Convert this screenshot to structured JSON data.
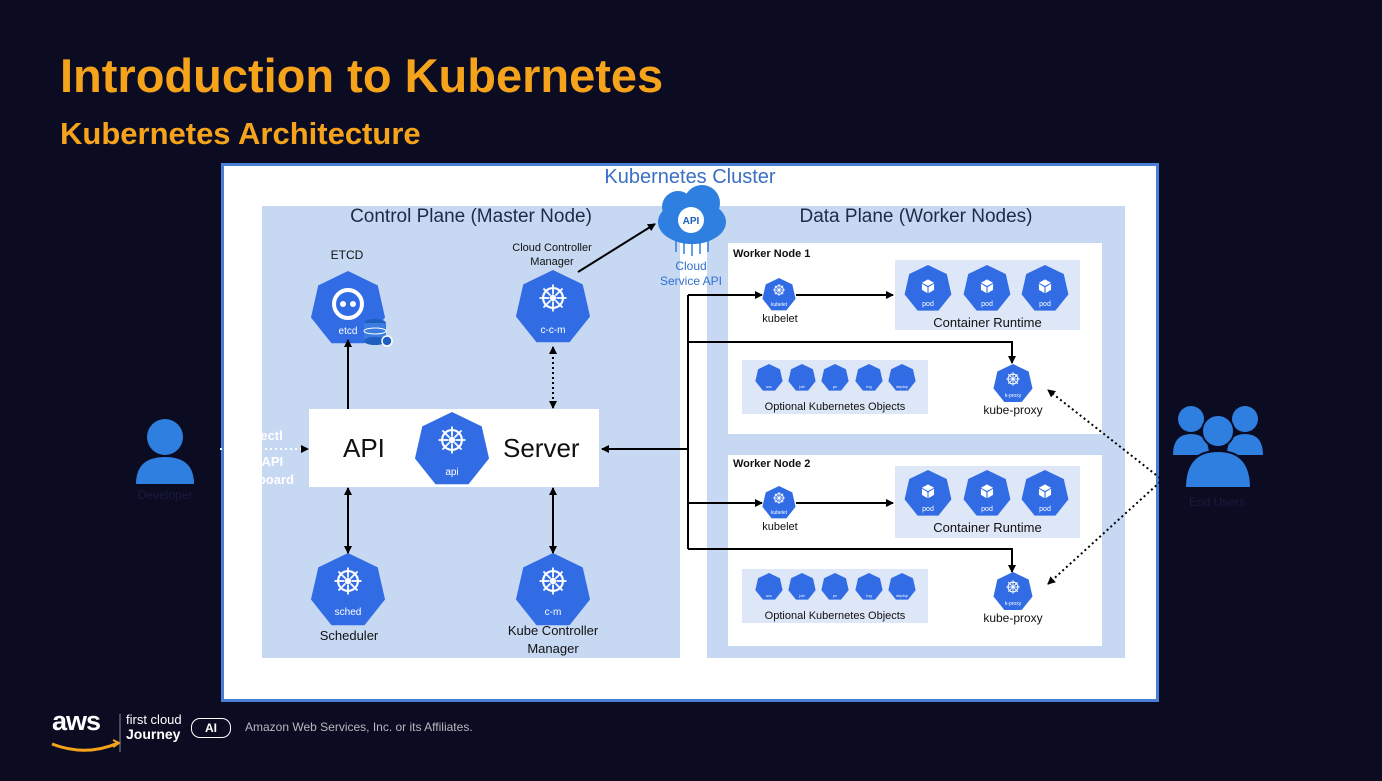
{
  "slide": {
    "title": "Introduction to Kubernetes",
    "subtitle": "Kubernetes Architecture"
  },
  "cluster": {
    "label": "Kubernetes Cluster",
    "control_plane": {
      "title": "Control Plane (Master Node)",
      "etcd": {
        "label": "ETCD",
        "icon_text": "etcd"
      },
      "ccm": {
        "label_line1": "Cloud Controller",
        "label_line2": "Manager",
        "icon_text": "c-c-m"
      },
      "api_server": {
        "word1": "API",
        "word2": "Server",
        "icon_text": "api"
      },
      "scheduler": {
        "label": "Scheduler",
        "icon_text": "sched"
      },
      "kcm": {
        "label_line1": "Kube Controller",
        "label_line2": "Manager",
        "icon_text": "c-m"
      }
    },
    "cloud_api": {
      "badge": "API",
      "label_line1": "Cloud",
      "label_line2": "Service API"
    },
    "data_plane": {
      "title": "Data Plane (Worker Nodes)",
      "workers": [
        {
          "name": "Worker Node 1",
          "kubelet": "kubelet",
          "kubelet_icon": "kubelet",
          "runtime": "Container Runtime",
          "pods": [
            "pod",
            "pod",
            "pod"
          ],
          "optional": "Optional Kubernetes Objects",
          "optional_icons": [
            "svc",
            "job",
            "pv",
            "ing",
            "deploy"
          ],
          "proxy": "kube-proxy",
          "proxy_icon": "k-proxy"
        },
        {
          "name": "Worker Node 2",
          "kubelet": "kubelet",
          "kubelet_icon": "kubelet",
          "runtime": "Container Runtime",
          "pods": [
            "pod",
            "pod",
            "pod"
          ],
          "optional": "Optional Kubernetes Objects",
          "optional_icons": [
            "svc",
            "job",
            "pv",
            "ing",
            "deploy"
          ],
          "proxy": "kube-proxy",
          "proxy_icon": "k-proxy"
        }
      ]
    }
  },
  "developer": {
    "label": "Developer",
    "tools": [
      "kubectl",
      "CLI/API",
      "Dashboard"
    ]
  },
  "end_users": {
    "label": "End Users"
  },
  "footer": {
    "aws": "aws",
    "brand_line1": "first cloud",
    "brand_line2": "Journey",
    "brand_ai": "AI",
    "copyright": "Amazon Web Services, Inc. or its Affiliates."
  },
  "colors": {
    "accent": "#f6a31c",
    "k8s_blue": "#326ce5",
    "panel": "#c7d8f3",
    "background": "#0b0b22"
  }
}
